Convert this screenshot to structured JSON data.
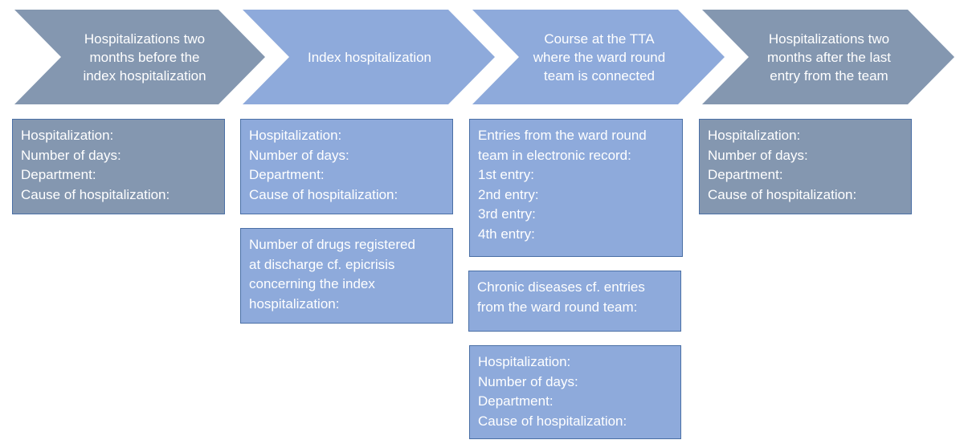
{
  "colors": {
    "dark_fill": "#8497b0",
    "light_fill": "#8eaadb",
    "border": "#4a6fa5",
    "text": "#ffffff"
  },
  "stages": [
    {
      "lines": [
        "Hospitalizations two",
        "months before the",
        "index hospitalization"
      ]
    },
    {
      "lines": [
        "Index hospitalization"
      ]
    },
    {
      "lines": [
        "Course at the TTA",
        "where the ward round",
        "team is connected"
      ]
    },
    {
      "lines": [
        "Hospitalizations two",
        "months after the last",
        "entry from the team"
      ]
    }
  ],
  "boxes": {
    "before": {
      "lines": [
        "Hospitalization:",
        "Number of days:",
        "Department:",
        "Cause of hospitalization:"
      ]
    },
    "index": {
      "lines": [
        "Hospitalization:",
        "Number of days:",
        "Department:",
        "Cause of hospitalization:"
      ]
    },
    "index_drugs": {
      "lines": [
        "Number of drugs registered",
        "at discharge cf. epicrisis",
        "concerning the index",
        "hospitalization:"
      ]
    },
    "tta_entries": {
      "lines": [
        "Entries from the ward round",
        "team in electronic record:",
        "1st entry:",
        "2nd entry:",
        "3rd entry:",
        "4th entry:"
      ]
    },
    "tta_chronic": {
      "lines": [
        "Chronic diseases cf. entries",
        "from the ward round team:"
      ]
    },
    "tta_hosp": {
      "lines": [
        "Hospitalization:",
        "Number of days:",
        "Department:",
        "Cause of hospitalization:"
      ]
    },
    "after": {
      "lines": [
        "Hospitalization:",
        "Number of days:",
        "Department:",
        "Cause of hospitalization:"
      ]
    }
  }
}
